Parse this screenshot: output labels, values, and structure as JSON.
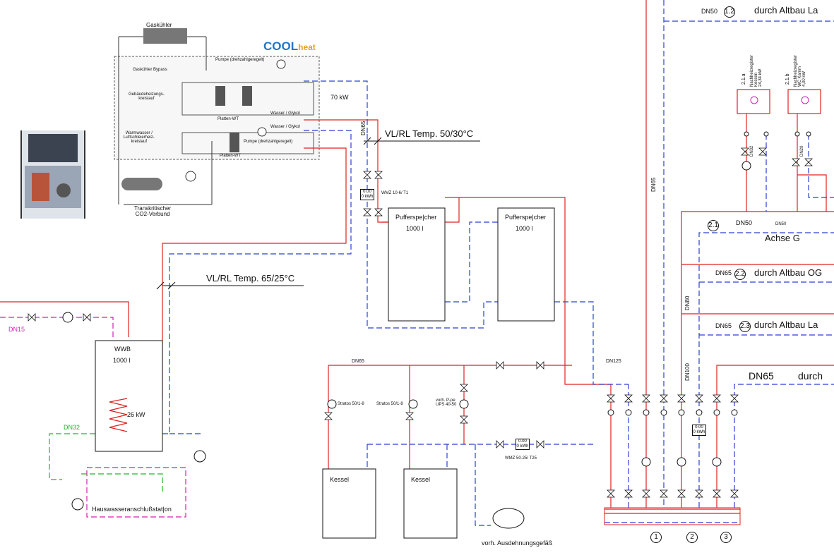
{
  "title_top": "durch Altbau La",
  "logo": {
    "brand_main": "COOL",
    "brand_sub": "heat"
  },
  "cooler": {
    "gaskuehler": "Gaskühler",
    "bypass": "Gaskühler Bypass",
    "pumpe_top": "Pumpe (drehzahlgeregelt)",
    "heiz_kreis": "Gebäudeheizungs-\nkreislauf",
    "wasser_glykol_1": "Wasser / Glykol",
    "platten_wt_1": "Platten-WT",
    "wasser_glykol_2": "Wasser / Glykol",
    "warmwasser": "Warmwasser /\nLuftschleierheiz-\nkreislauf",
    "pumpe_bottom": "Pumpe (drehzahlgeregelt)",
    "platten_wt_2": "Platten-WT",
    "verbund": "Transkritischer\nCO2-Verbund"
  },
  "power_70": "70 kW",
  "dn65_a": "DN65",
  "vlrl_50": "VL/RL Temp. 50/30°C",
  "vlrl_65": "VL/RL Temp. 65/25°C",
  "wmz_top": "WMZ 10-6/ T1",
  "meter_value": "0.00",
  "meter_unit": "0 kWh",
  "puffer1": {
    "name": "Pufferspe|cher",
    "vol": "1000 l"
  },
  "puffer2": {
    "name": "Pufferspe|cher",
    "vol": "1000 l"
  },
  "dn15": "DN15",
  "wwb": {
    "name": "WWB",
    "vol": "1000 l",
    "power": "26 kW"
  },
  "dn32_g": "DN32",
  "hausanschluss": "Hauswasseranschlußstat|on",
  "dn65_b": "DN65",
  "dn125": "DN125",
  "stratos1": "Stratos 50/1-8",
  "stratos2": "Stratos 50/1-8",
  "vorh_pumpe": "vorh. P-pe\nUPS 40-50",
  "wmz_bottom": "WMZ 50-25/ T25",
  "kessel1": "Kessel",
  "kessel2": "Kessel",
  "ausdehnung": "vorh. Ausdehnungsgefäß",
  "dn65_v": "DN65",
  "dn80": "DN80",
  "dn100": "DN100",
  "branches": [
    {
      "dn": "DN50",
      "num": "1.2",
      "text": "durch Altbau La"
    },
    {
      "dn": "DN50",
      "num": "2.1",
      "text": "Achse G"
    },
    {
      "dn": "DN65",
      "num": "2.2",
      "text": "durch Altbau OG"
    },
    {
      "dn": "DN65",
      "num": "2.3",
      "text": "durch Altbau La"
    },
    {
      "dn": "DN65",
      "num": "",
      "text": "durch"
    }
  ],
  "dn50_small": "DN50",
  "nachheiz_1": {
    "id": "2.1.a",
    "text": "Nachheizregister\nKessen\n24,34 kW"
  },
  "nachheiz_2": {
    "id": "2.1.b",
    "text": "Nachheizregister\nWC Kamm\n4,00 kW"
  },
  "dn32_r": "DN32",
  "dn20_r": "DN20",
  "manifold_nums": [
    "1",
    "2",
    "3"
  ],
  "colors": {
    "red": "#e0221f",
    "blue": "#2a3fd6",
    "magenta": "#d21fb3",
    "green": "#22b32b"
  }
}
